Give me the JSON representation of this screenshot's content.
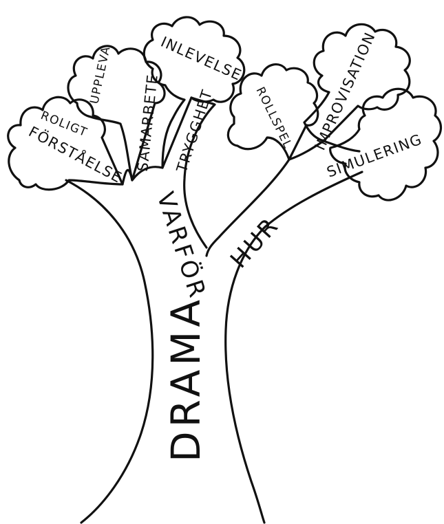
{
  "tree": {
    "trunk": "DRAMA",
    "branch_why": "VARFÖR",
    "branch_how": "HUR",
    "why_items": [
      {
        "crown": "ROLIGT",
        "branch": "FÖRSTÅELSE"
      },
      {
        "crown": "UPPLEVA",
        "branch": "SAMARBETE"
      },
      {
        "crown": "INLEVELSE",
        "branch": "TRYGGHET"
      }
    ],
    "how_items": [
      {
        "crown": "ROLLSPEL"
      },
      {
        "crown": "IMPROVISATION"
      },
      {
        "crown": "SIMULERING"
      }
    ]
  }
}
